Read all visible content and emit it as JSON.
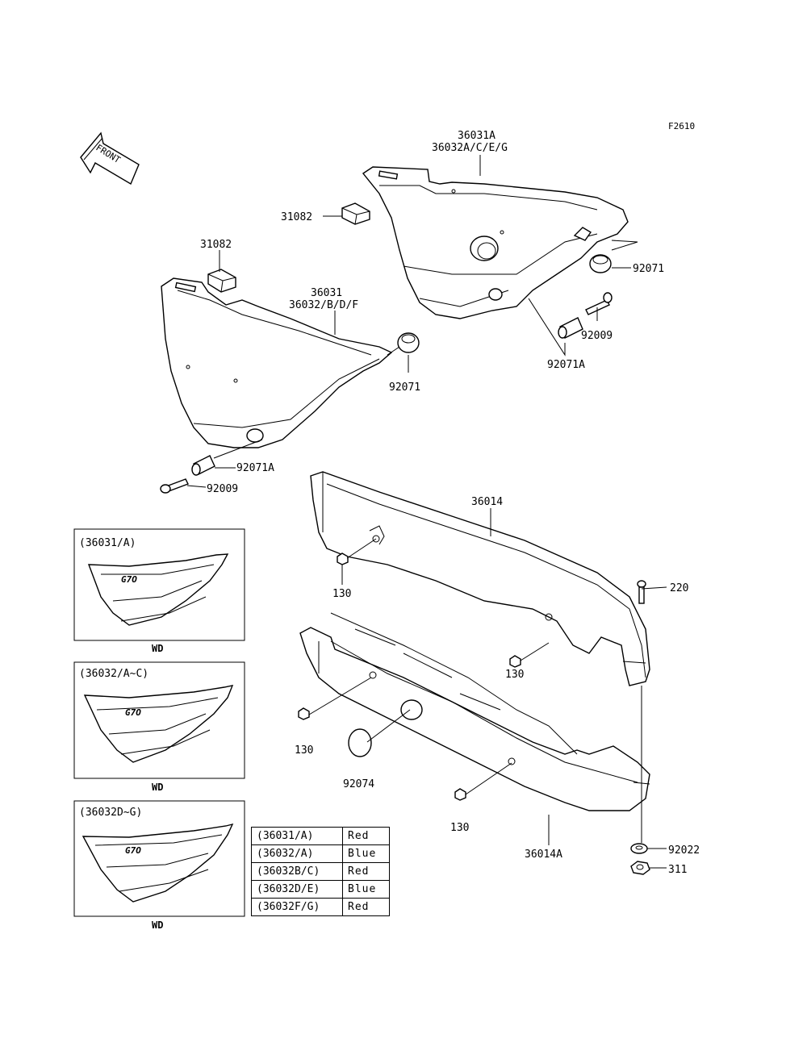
{
  "figure_code": "F2610",
  "front_label": "FRONT",
  "parts": {
    "p36031A": "36031A",
    "p36032ACEG": "36032A/C/E/G",
    "p31082_upper": "31082",
    "p31082_lower": "31082",
    "p36031": "36031",
    "p36032BDF": "36032/B/D/F",
    "p92071_right": "92071",
    "p92071_mid": "92071",
    "p92009_right": "92009",
    "p92071A_right": "92071A",
    "p92071A_left": "92071A",
    "p92009_left": "92009",
    "p36014": "36014",
    "p130_a": "130",
    "p130_b": "130",
    "p130_c": "130",
    "p130_d": "130",
    "p220": "220",
    "p92074": "92074",
    "p36014A": "36014A",
    "p92022": "92022",
    "p311": "311"
  },
  "insets": [
    {
      "title": "(36031/A)",
      "caption": "WD"
    },
    {
      "title": "(36032/A~C)",
      "caption": "WD"
    },
    {
      "title": "(36032D~G)",
      "caption": "WD"
    }
  ],
  "color_table": [
    {
      "code": "(36031/A)",
      "color": "Red"
    },
    {
      "code": "(36032/A)",
      "color": "Blue"
    },
    {
      "code": "(36032B/C)",
      "color": "Red"
    },
    {
      "code": "(36032D/E)",
      "color": "Blue"
    },
    {
      "code": "(36032F/G)",
      "color": "Red"
    }
  ]
}
